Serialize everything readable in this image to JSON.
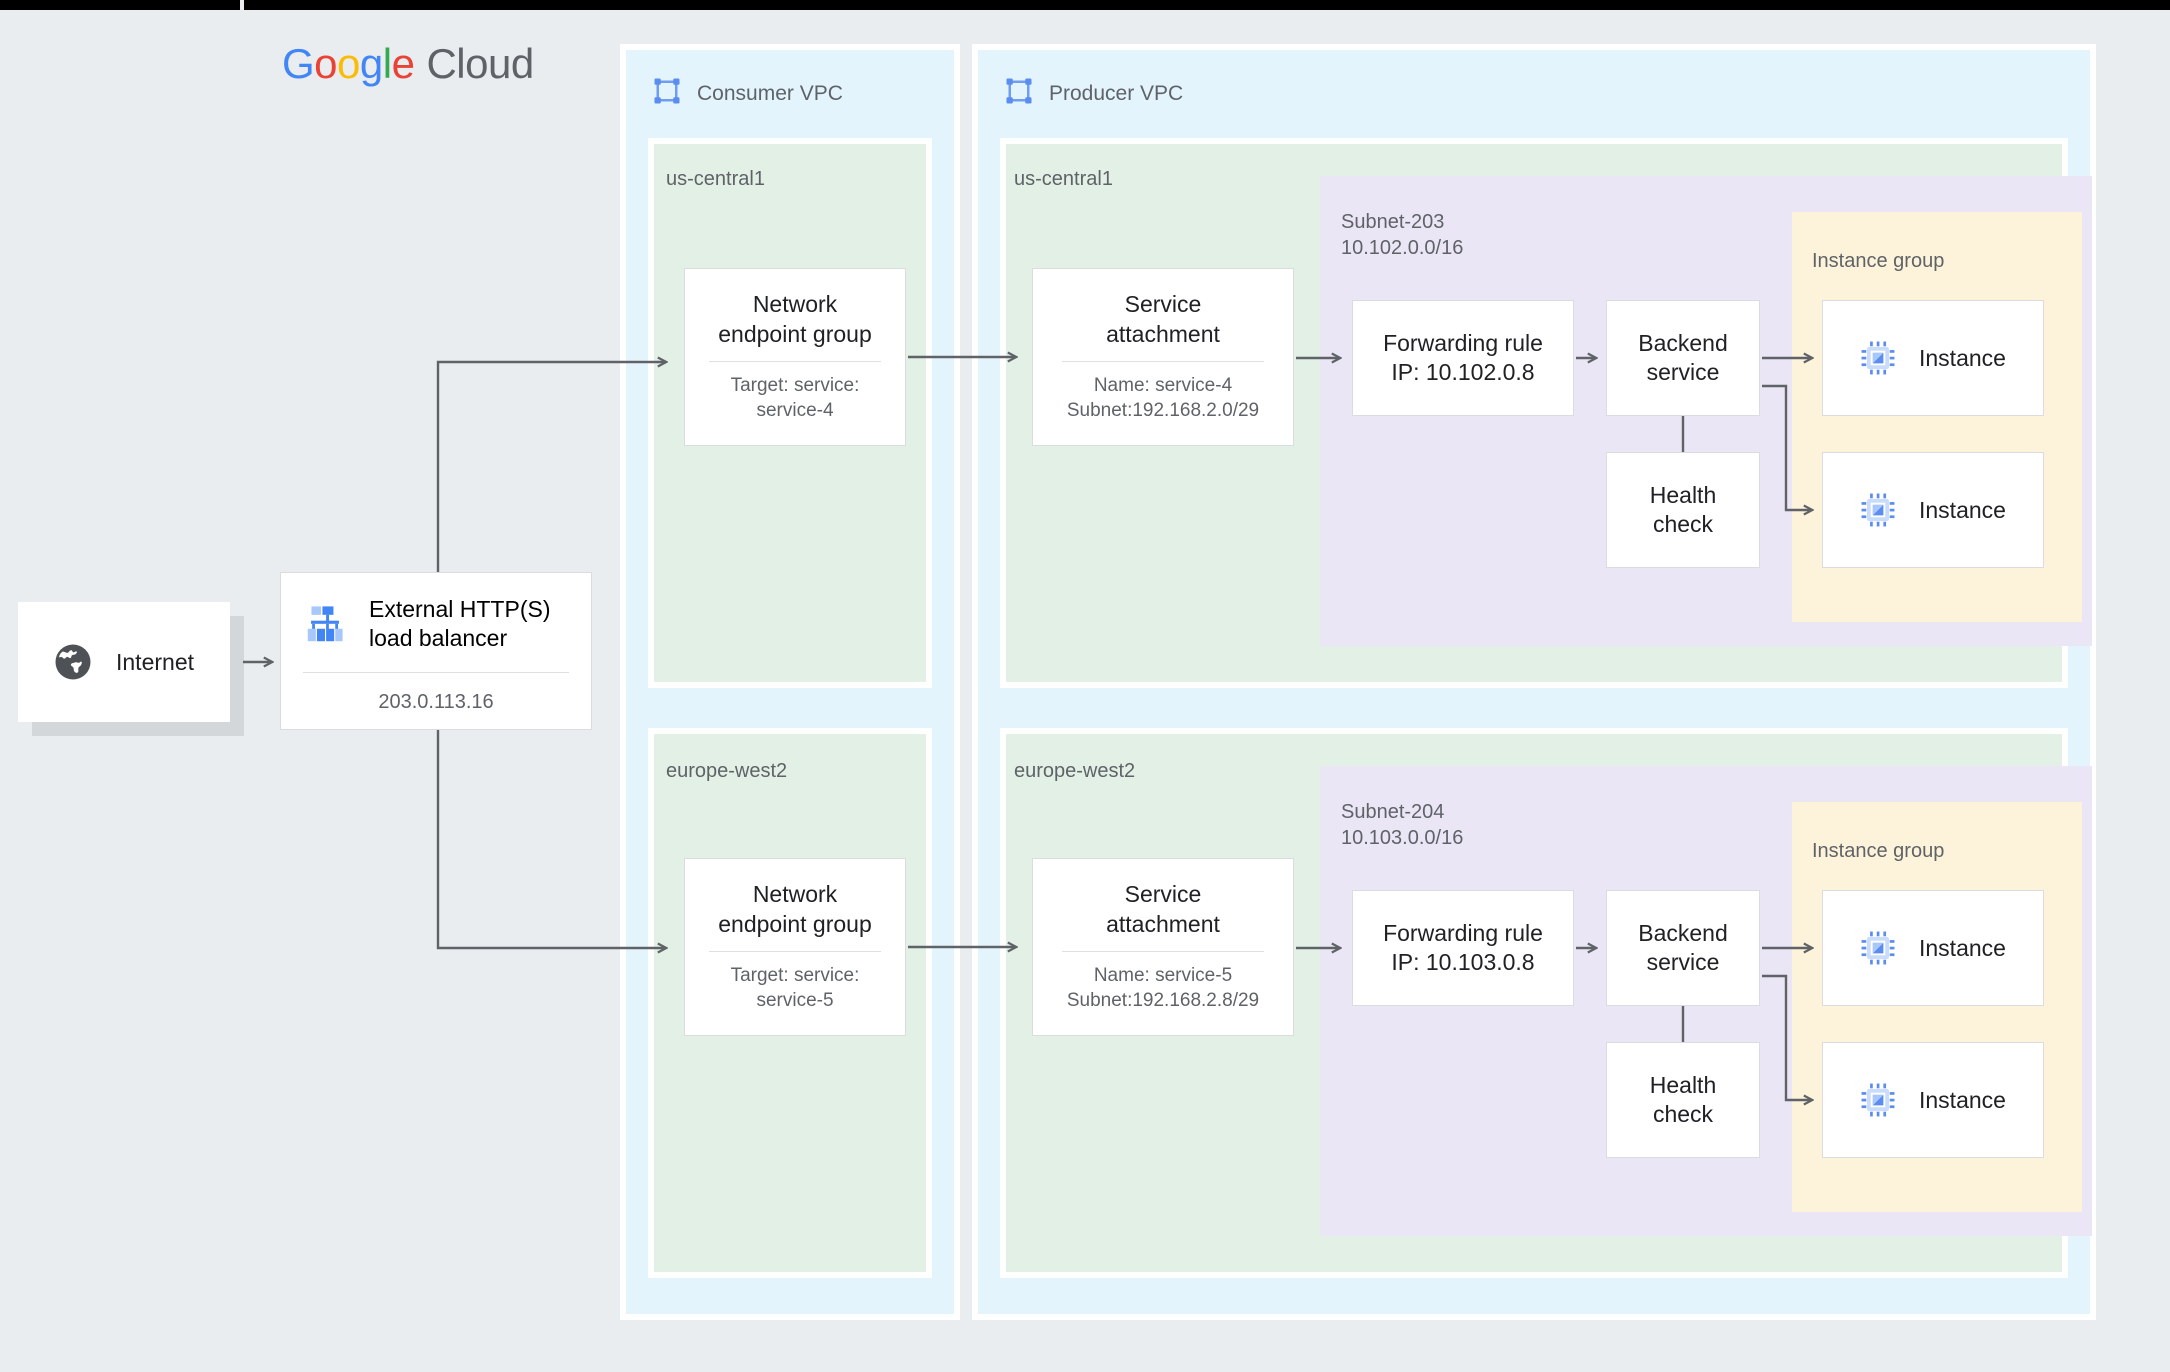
{
  "brand": {
    "logo_g1": "G",
    "logo_o1": "o",
    "logo_o2": "o",
    "logo_g2": "g",
    "logo_l": "l",
    "logo_e": "e",
    "logo_cloud": "Cloud"
  },
  "internet": {
    "label": "Internet",
    "icon": "globe-icon"
  },
  "load_balancer": {
    "title": "External HTTP(S)\nload balancer",
    "ip": "203.0.113.16",
    "icon": "load-balancer-icon"
  },
  "consumer_vpc": {
    "title": "Consumer VPC",
    "icon": "vpc-icon"
  },
  "producer_vpc": {
    "title": "Producer VPC",
    "icon": "vpc-icon"
  },
  "regions": {
    "consumer_top": "us-central1",
    "consumer_bottom": "europe-west2",
    "producer_top": "us-central1",
    "producer_bottom": "europe-west2"
  },
  "neg": [
    {
      "title": "Network\nendpoint group",
      "sub": "Target: service:\nservice-4"
    },
    {
      "title": "Network\nendpoint group",
      "sub": "Target: service:\nservice-5"
    }
  ],
  "service_attachment": [
    {
      "title": "Service\nattachment",
      "sub": "Name: service-4\nSubnet:192.168.2.0/29"
    },
    {
      "title": "Service\nattachment",
      "sub": "Name: service-5\nSubnet:192.168.2.8/29"
    }
  ],
  "subnets": [
    {
      "label": "Subnet-203\n10.102.0.0/16"
    },
    {
      "label": "Subnet-204\n10.103.0.0/16"
    }
  ],
  "forwarding_rule": [
    {
      "title": "Forwarding rule\nIP: 10.102.0.8"
    },
    {
      "title": "Forwarding rule\nIP: 10.103.0.8"
    }
  ],
  "backend_service": {
    "title": "Backend\nservice"
  },
  "health_check": {
    "title": "Health\ncheck"
  },
  "instance_group": [
    {
      "label": "Instance group",
      "instances": [
        {
          "label": "Instance",
          "icon": "instance-chip-icon"
        },
        {
          "label": "Instance",
          "icon": "instance-chip-icon"
        }
      ]
    },
    {
      "label": "Instance group",
      "instances": [
        {
          "label": "Instance",
          "icon": "instance-chip-icon"
        },
        {
          "label": "Instance",
          "icon": "instance-chip-icon"
        }
      ]
    }
  ],
  "colors": {
    "page_bg": "#e9edef",
    "vpc_blue": "#e3f4fd",
    "region_green": "#e3f0e6",
    "subnet_purple": "#ebe6f5",
    "instance_group_yellow": "#fdf3da",
    "card_white": "#ffffff",
    "text_primary": "#202124",
    "text_secondary": "#5f6368",
    "wire": "#5f6368",
    "accent_blue": "#4285F4"
  }
}
